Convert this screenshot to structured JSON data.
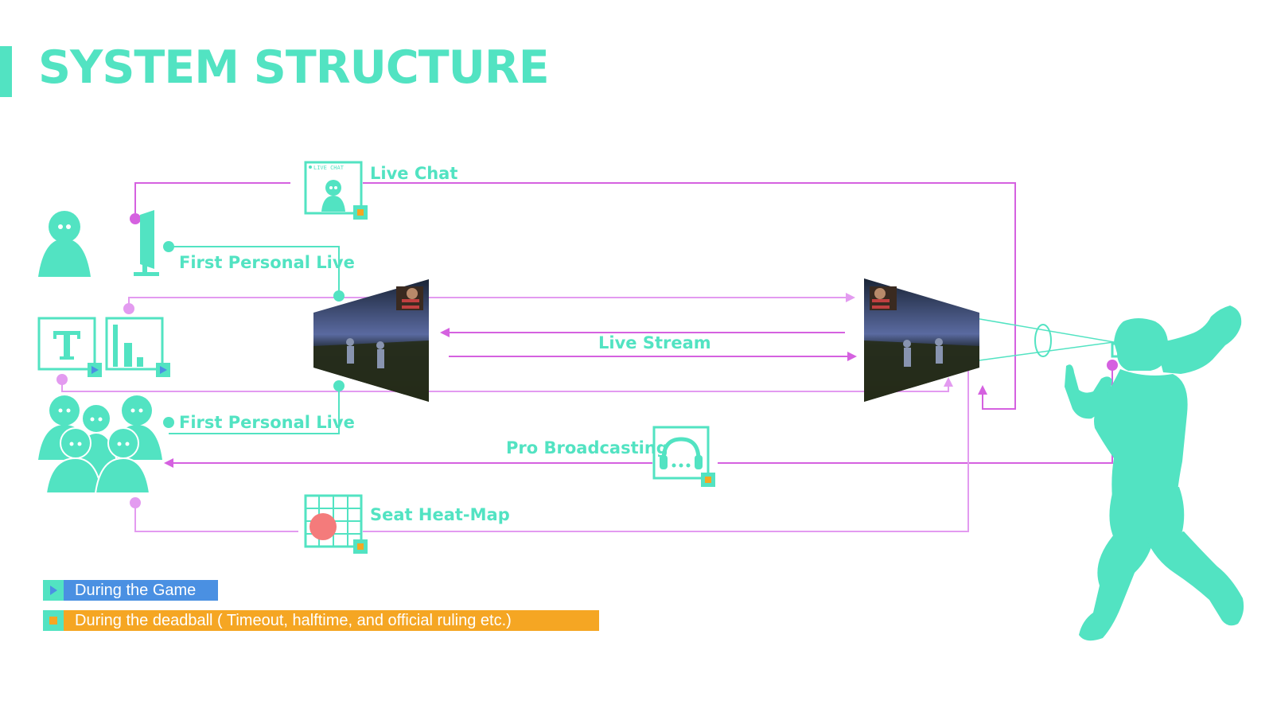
{
  "title": "SYSTEM STRUCTURE",
  "colors": {
    "accent": "#52e3c2",
    "magenta": "#d561e0",
    "light_magenta": "#e39bf0",
    "game_blue": "#4a90e2",
    "deadball_orange": "#f5a623",
    "heatmap_red": "#f47b7b"
  },
  "labels": {
    "live_chat": "Live Chat",
    "first_personal_live_top": "First Personal Live",
    "first_personal_live_bottom": "First Personal Live",
    "live_stream": "Live Stream",
    "pro_broadcasting": "Pro Broadcasting",
    "seat_heat_map": "Seat Heat-Map"
  },
  "live_chat_icon": {
    "caption": "LIVE CHAT"
  },
  "legend": {
    "during_game": "During the Game",
    "during_deadball": "During the deadball ( Timeout, halftime, and official ruling etc.)"
  },
  "icons": [
    "user-icon",
    "monitor-icon",
    "text-t-icon",
    "bar-chart-icon",
    "audience-group-icon",
    "live-chat-icon",
    "headset-icon",
    "seat-heat-map-icon",
    "video-screen-left",
    "video-screen-right",
    "football-player-figure",
    "lens-icon"
  ]
}
